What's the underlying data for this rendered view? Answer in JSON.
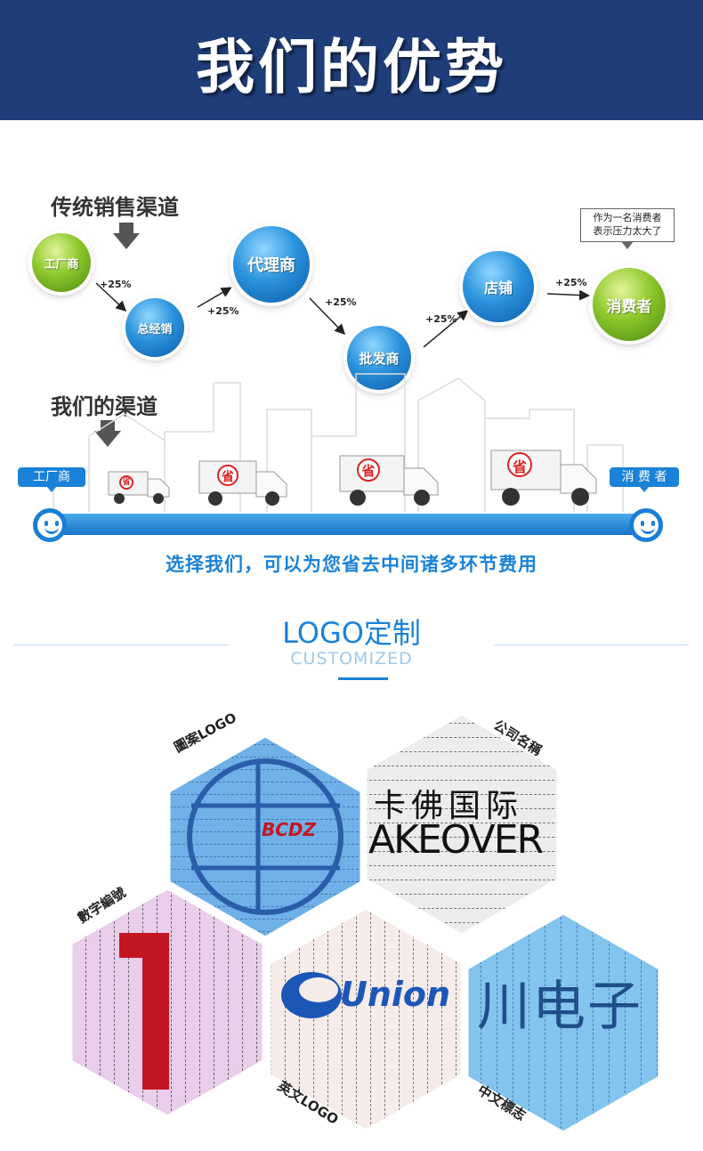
{
  "banner": {
    "title": "我们的优势"
  },
  "traditional": {
    "label": "传统销售渠道",
    "nodes": [
      "工厂商",
      "总经销",
      "代理商",
      "批发商",
      "店铺",
      "消费者"
    ],
    "markups": [
      "+25%",
      "+25%",
      "+25%",
      "+25%",
      "+25%"
    ],
    "bubble_line1": "作为一名消费者",
    "bubble_line2": "表示压力太大了"
  },
  "ours": {
    "label": "我们的渠道",
    "start_tag": "工厂商",
    "end_tag": "消 费 者",
    "truck_mark": "省",
    "slogan": "选择我们，可以为您省去中间诸多环节费用"
  },
  "logo_section": {
    "title": "LOGO定制",
    "subtitle": "CUSTOMIZED",
    "labels": {
      "pattern": "圖案LOGO",
      "company": "公司名稱",
      "number": "數字編號",
      "english": "英文LOGO",
      "chinese": "中文標志"
    },
    "samples": {
      "pattern_text": "BCDZ",
      "company_cn": "卡佛国际",
      "company_en": "AKEOVER",
      "number_text": "1",
      "english_text": "Union",
      "chinese_text": "川电子"
    }
  },
  "colors": {
    "banner": "#1f3d78",
    "accent": "#1a82d8",
    "green": "#8cc62a"
  }
}
